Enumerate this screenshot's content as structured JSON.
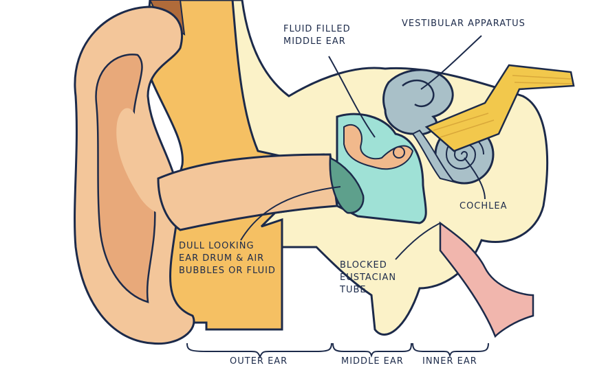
{
  "labels": {
    "fluid_middle_ear": [
      "FLUID FILLED",
      "MIDDLE EAR"
    ],
    "vestibular": "VESTIBULAR APPARATUS",
    "cochlea": "COCHLEA",
    "ear_drum": [
      "DULL LOOKING",
      "EAR DRUM & AIR",
      "BUBBLES OR FLUID"
    ],
    "eustachian": [
      "BLOCKED",
      "EUSTACIAN",
      "TUBE"
    ]
  },
  "sections": {
    "outer": "OUTER EAR",
    "middle": "MIDDLE EAR",
    "inner": "INNER EAR"
  },
  "colors": {
    "skin": "#f3c69a",
    "skin_dark": "#e8a97a",
    "canal": "#f5c063",
    "bone": "#fbf2c8",
    "fluid": "#9fe1d6",
    "ear_drum": "#5ea08c",
    "labyrinth": "#a9c0c8",
    "nerve": "#f2c84c",
    "tube": "#f1b6ad",
    "outline": "#1c2a4a"
  }
}
